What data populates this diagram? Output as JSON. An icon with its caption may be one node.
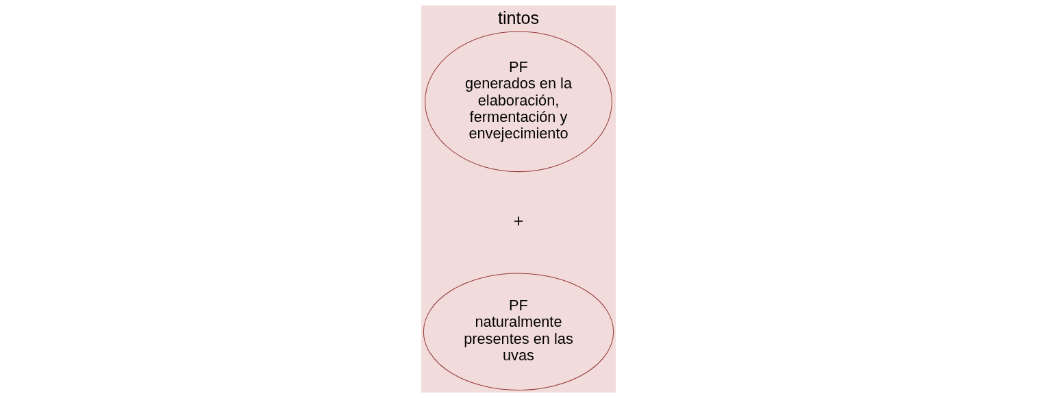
{
  "diagram": {
    "title": "tintos",
    "nodes": [
      {
        "text": [
          "PF",
          "naturalmente presentes en las uvas"
        ]
      },
      {
        "text": [
          "PF",
          "generados en la elaboración, fermentación y envejecimiento"
        ]
      }
    ],
    "edges": [],
    "labels": [
      "+"
    ]
  }
}
